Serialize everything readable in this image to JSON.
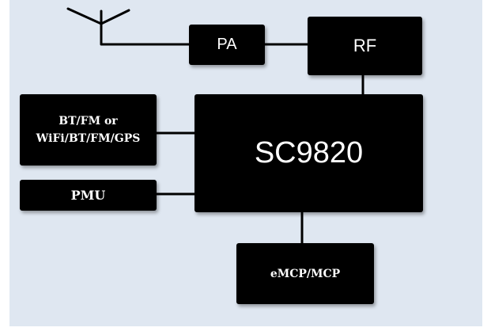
{
  "diagram": {
    "blocks": {
      "pa": "PA",
      "rf": "RF",
      "soc": "SC9820",
      "connectivity": [
        "BT/FM or",
        "WiFi/BT/FM/GPS"
      ],
      "pmu": "PMU",
      "memory": "eMCP/MCP"
    },
    "colors": {
      "background": "#dfe7f1",
      "block": "#000000",
      "text": "#ffffff"
    },
    "icons": [
      "antenna-icon"
    ]
  }
}
